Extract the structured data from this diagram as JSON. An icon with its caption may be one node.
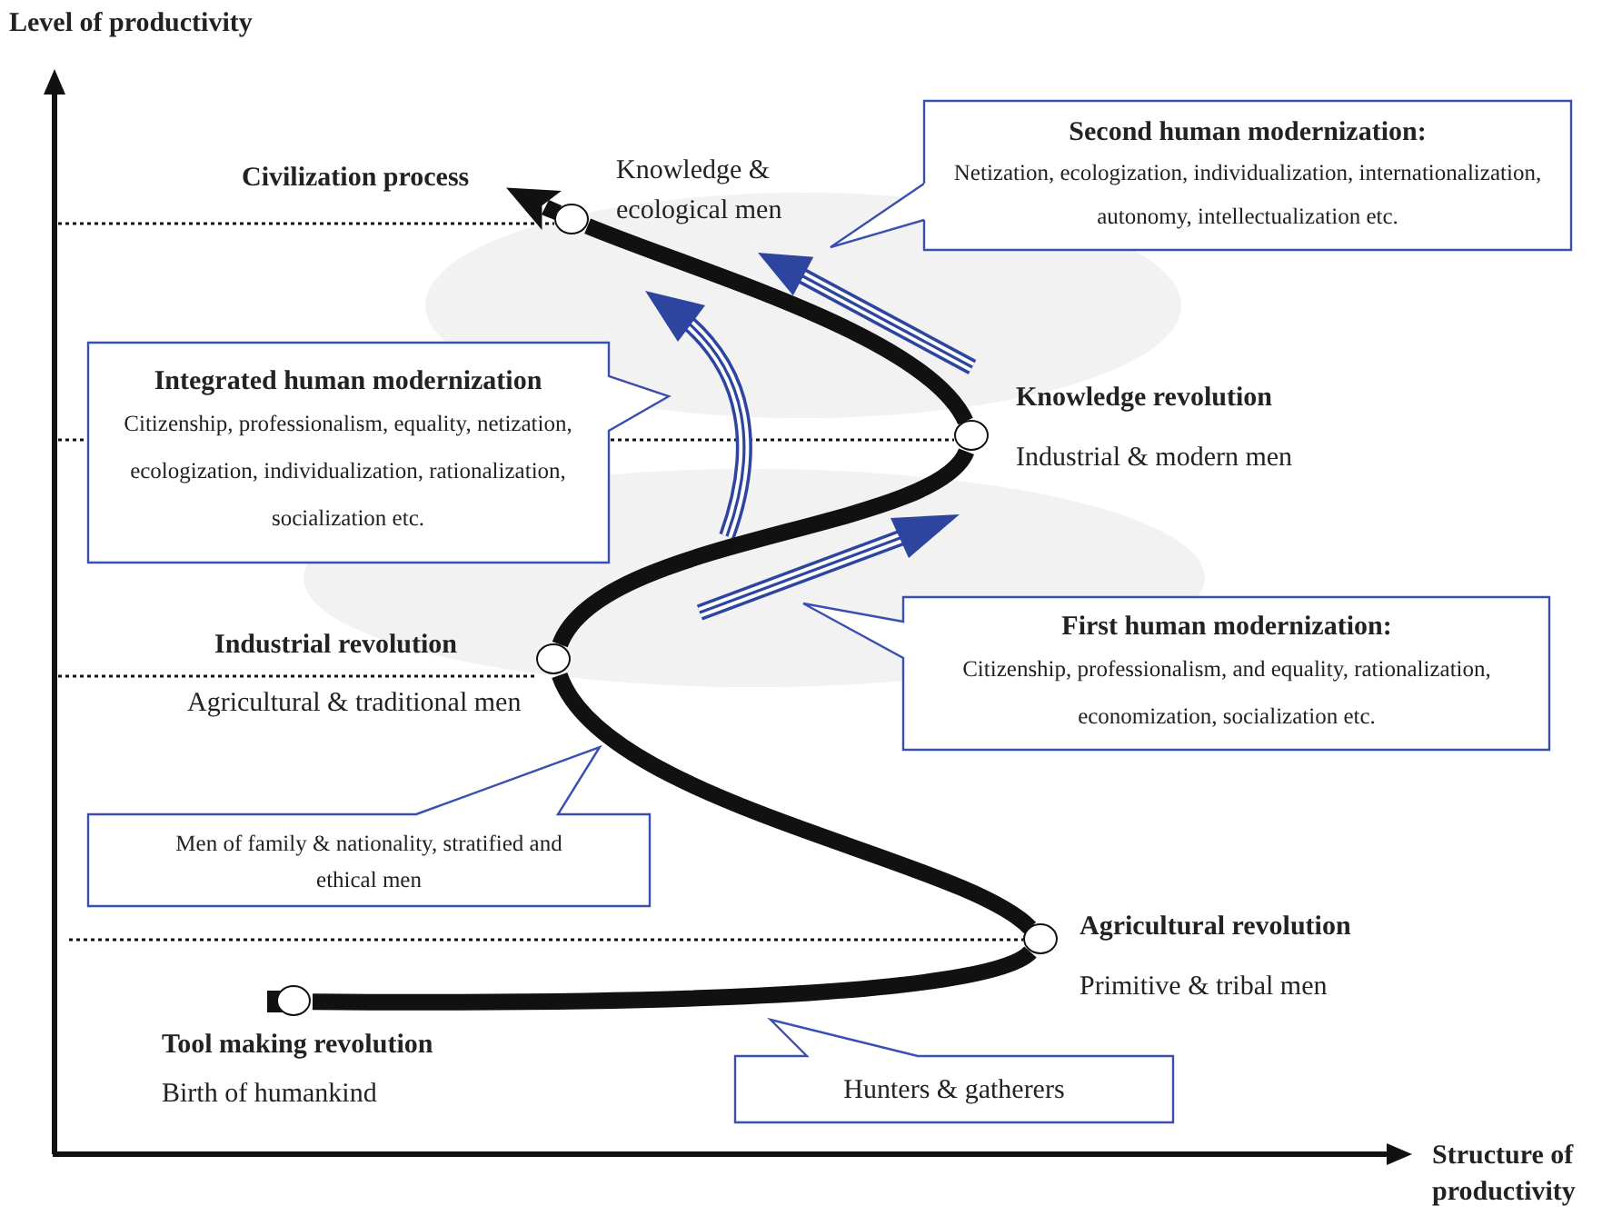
{
  "diagram": {
    "nodes": [
      {
        "text": [],
        "shape": "circle",
        "beside": [
          "Tool making revolution",
          "Birth of humankind"
        ]
      },
      {
        "text": [],
        "shape": "circle",
        "beside": [
          "Agricultural revolution",
          "Primitive & tribal men"
        ]
      },
      {
        "text": [],
        "shape": "circle",
        "beside": [
          "Industrial revolution",
          "Agricultural & traditional men"
        ]
      },
      {
        "text": [],
        "shape": "circle",
        "beside": [
          "Knowledge revolution",
          "Industrial & modern men"
        ]
      },
      {
        "text": [],
        "shape": "circle",
        "beside": [
          "Knowledge & ecological men"
        ]
      },
      {
        "text": [
          "Civilization process"
        ]
      },
      {
        "text": [
          "Second human modernization:",
          "Netization, ecologization, individualization, internationalization, autonomy, intellectualization etc."
        ]
      },
      {
        "text": [
          "Integrated human modernization",
          "Citizenship, professionalism, equality, netization, ecologization, individualization, rationalization, socialization etc."
        ]
      },
      {
        "text": [
          "First human modernization:",
          "Citizenship, professionalism, and equality, rationalization, economization, socialization etc."
        ]
      },
      {
        "text": [
          "Men of family & nationality, stratified and ethical men"
        ]
      },
      {
        "text": [
          "Hunters & gatherers"
        ]
      }
    ],
    "edges": [
      {
        "from": 0,
        "to": 1,
        "arrow": "none"
      },
      {
        "from": 1,
        "to": 2,
        "arrow": "none"
      },
      {
        "from": 2,
        "to": 3,
        "arrow": "none"
      },
      {
        "from": 3,
        "to": 4,
        "arrow": "none"
      },
      {
        "from": 4,
        "to": 5,
        "arrow": "to"
      }
    ],
    "labels": [
      "Level of productivity",
      "Structure of productivity"
    ]
  }
}
